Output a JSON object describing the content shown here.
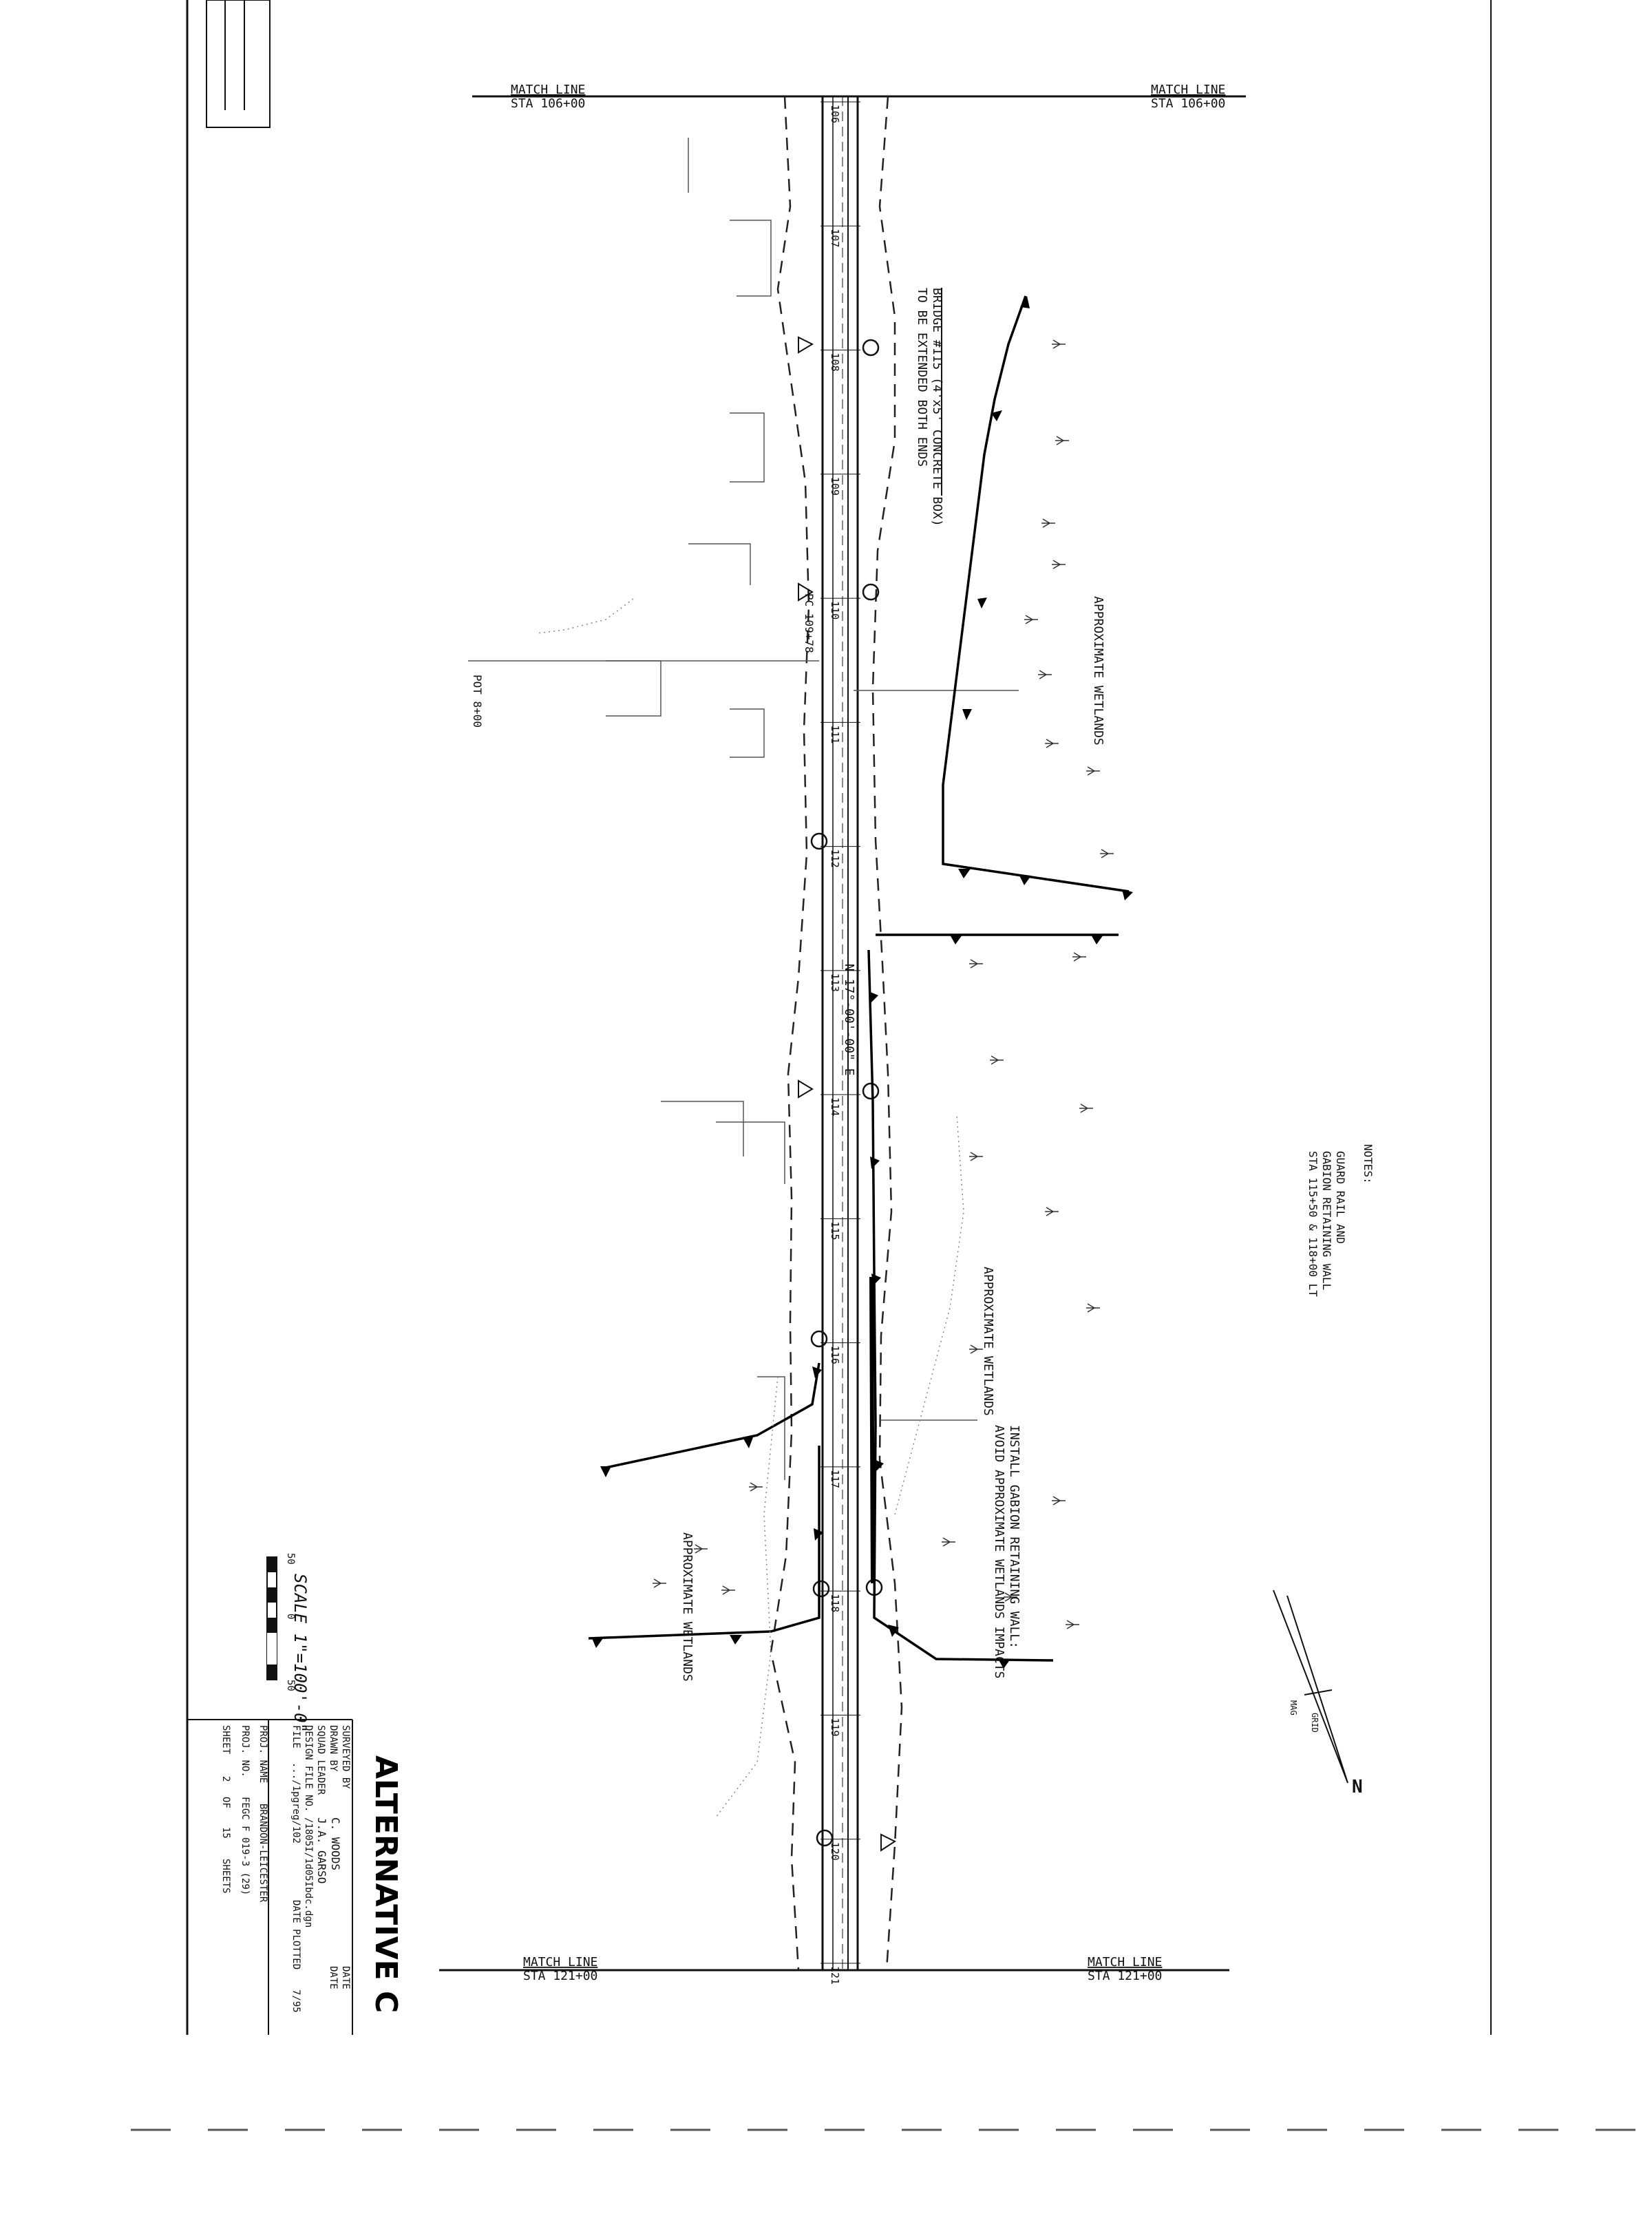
{
  "match_lines": {
    "top_left_label": "MATCH LINE",
    "top_left_sta": "STA 106+00",
    "top_right_label": "MATCH LINE",
    "top_right_sta": "STA 106+00",
    "bottom_left_label": "MATCH LINE",
    "bottom_left_sta": "STA 121+00",
    "bottom_right_label": "MATCH LINE",
    "bottom_right_sta": "STA 121+00"
  },
  "stations": [
    "106",
    "107",
    "108",
    "109",
    "110",
    "111",
    "112",
    "113",
    "114",
    "115",
    "116",
    "117",
    "118",
    "119",
    "120",
    "121"
  ],
  "annotations": {
    "bridge_line1": "BRIDGE #115 (4'x5' CONCRETE BOX)",
    "bridge_line2": "TO BE EXTENDED BOTH ENDS",
    "bearing": "N 17°-00'-00\" E",
    "curve_label": "PC 109+78",
    "pot_label": "POT 8+00",
    "wetlands_upper": "APPROXIMATE WETLANDS",
    "wetlands_middle": "APPROXIMATE WETLANDS",
    "wetlands_lower": "APPROXIMATE WETLANDS",
    "gabion_line1": "INSTALL GABION RETAINING WALL:",
    "gabion_line2": "AVOID APPROXIMATE WETLANDS IMPACTS"
  },
  "notes": {
    "heading": "NOTES:",
    "line1": "GUARD RAIL AND",
    "line2": "GABION RETAINING WALL",
    "line3": "STA 115+50 & 118+00 LT"
  },
  "scale": {
    "label": "SCALE 1\"=100'-0\"",
    "tick_left": "50",
    "tick_mid": "0",
    "tick_right": "50"
  },
  "north_arrow": {
    "letter": "N",
    "small1": "MAG",
    "small2": "GRID"
  },
  "title_block": {
    "title": "ALTERNATIVE C",
    "surveyed_by_label": "SURVEYED BY",
    "surveyed_date_label": "DATE",
    "drawn_by_label": "DRAWN BY",
    "drawn_by": "C. WOODS",
    "drawn_date_label": "DATE",
    "squad_leader_label": "SQUAD LEADER",
    "squad_leader": "J.A. GARSO",
    "design_file_label": "DESIGN FILE NO.",
    "design_file": "/1805I/1d05Ibdc.dgn",
    "file_label": "FILE",
    "file": ".../1pgreg/102",
    "plotted_label": "DATE PLOTTED",
    "plotted": "7/95",
    "proj_name_label": "PROJ. NAME",
    "proj_name": "BRANDON-LEICESTER",
    "proj_no_label": "PROJ. NO.",
    "proj_no": "FEGC F 019-3 (29)",
    "sheet_label": "SHEET",
    "sheet_no": "2",
    "of_label": "OF",
    "sheet_total": "15",
    "sheets_label": "SHEETS"
  }
}
